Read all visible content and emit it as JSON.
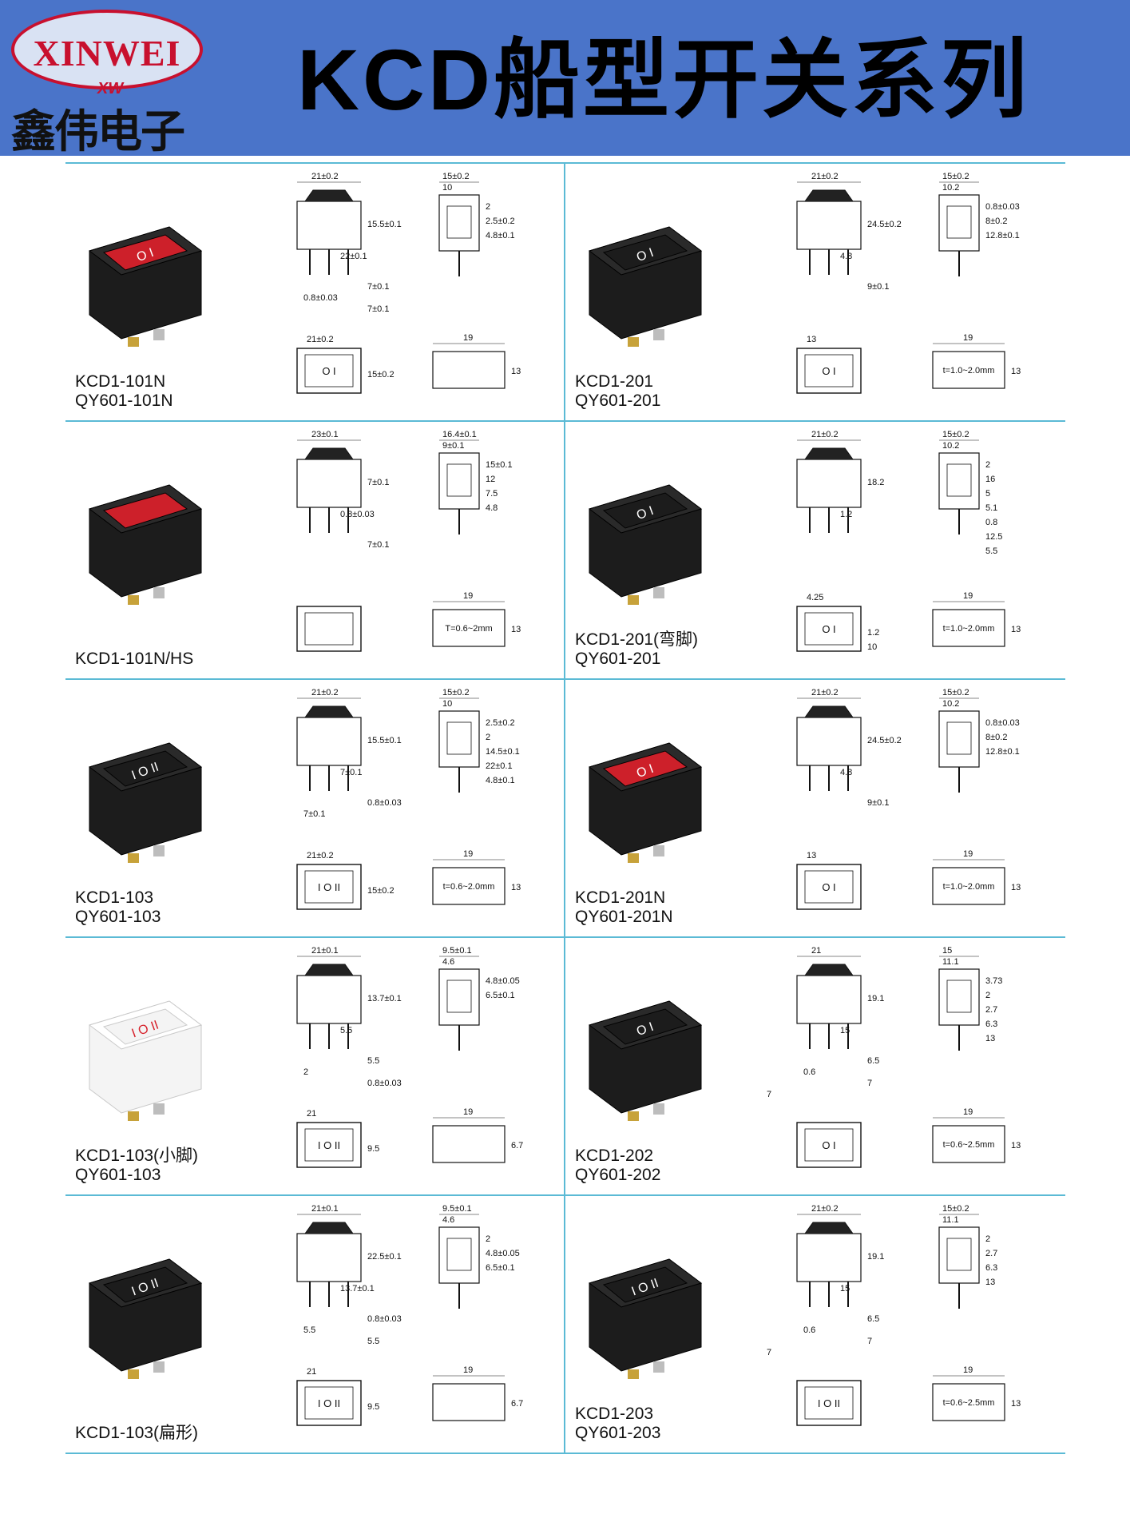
{
  "header": {
    "logo_en": "XINWEI",
    "logo_xw": "XW",
    "logo_cn": "鑫伟电子",
    "title": "KCD船型开关系列",
    "bg_color": "#4a74c9",
    "logo_red": "#c8102e"
  },
  "products": [
    {
      "lines": [
        "KCD1-101N",
        "QY601-101N"
      ],
      "rocker": "red",
      "symbols": "O I",
      "dims_front": [
        "21±0.2",
        "15.5±0.1",
        "22±0.1",
        "7±0.1",
        "0.8±0.03",
        "7±0.1"
      ],
      "dims_side": [
        "15±0.2",
        "10",
        "2",
        "2.5±0.2",
        "4.8±0.1"
      ],
      "panel_dims": [
        "21±0.2",
        "15±0.2"
      ],
      "cutout": [
        "19",
        "13"
      ],
      "cutout_text": ""
    },
    {
      "lines": [
        "KCD1-201",
        "QY601-201"
      ],
      "rocker": "black",
      "symbols": "O I",
      "dims_front": [
        "21±0.2",
        "24.5±0.2",
        "4.8",
        "9±0.1"
      ],
      "dims_side": [
        "15±0.2",
        "10.2",
        "0.8±0.03",
        "8±0.2",
        "12.8±0.1"
      ],
      "panel_dims": [
        "13"
      ],
      "cutout": [
        "19",
        "13"
      ],
      "cutout_text": "t=1.0~2.0mm"
    },
    {
      "lines": [
        "KCD1-101N/HS"
      ],
      "rocker": "red",
      "symbols": "",
      "dims_front": [
        "23±0.1",
        "7±0.1",
        "0.8±0.03",
        "7±0.1"
      ],
      "dims_side": [
        "16.4±0.1",
        "9±0.1",
        "15±0.1",
        "12",
        "7.5",
        "4.8"
      ],
      "panel_dims": [],
      "cutout": [
        "19",
        "13"
      ],
      "cutout_text": "T=0.6~2mm"
    },
    {
      "lines": [
        "KCD1-201(弯脚)",
        "QY601-201"
      ],
      "rocker": "black",
      "symbols": "O I",
      "dims_front": [
        "21±0.2",
        "18.2",
        "1.2"
      ],
      "dims_side": [
        "15±0.2",
        "10.2",
        "2",
        "16",
        "5",
        "5.1",
        "0.8",
        "12.5",
        "5.5"
      ],
      "panel_dims": [
        "4.25",
        "1.2",
        "10"
      ],
      "cutout": [
        "19",
        "13"
      ],
      "cutout_text": "t=1.0~2.0mm"
    },
    {
      "lines": [
        "KCD1-103",
        "QY601-103"
      ],
      "rocker": "black",
      "symbols": "I O II",
      "dims_front": [
        "21±0.2",
        "15.5±0.1",
        "7±0.1",
        "0.8±0.03",
        "7±0.1"
      ],
      "dims_side": [
        "15±0.2",
        "10",
        "2.5±0.2",
        "2",
        "14.5±0.1",
        "22±0.1",
        "4.8±0.1"
      ],
      "panel_dims": [
        "21±0.2",
        "15±0.2"
      ],
      "cutout": [
        "19",
        "13"
      ],
      "cutout_text": "t=0.6~2.0mm"
    },
    {
      "lines": [
        "KCD1-201N",
        "QY601-201N"
      ],
      "rocker": "red",
      "symbols": "O I",
      "dims_front": [
        "21±0.2",
        "24.5±0.2",
        "4.8",
        "9±0.1"
      ],
      "dims_side": [
        "15±0.2",
        "10.2",
        "0.8±0.03",
        "8±0.2",
        "12.8±0.1"
      ],
      "panel_dims": [
        "13"
      ],
      "cutout": [
        "19",
        "13"
      ],
      "cutout_text": "t=1.0~2.0mm"
    },
    {
      "lines": [
        "KCD1-103(小脚)",
        "QY601-103"
      ],
      "rocker": "white",
      "symbols": "I O II",
      "dims_front": [
        "21±0.1",
        "13.7±0.1",
        "5.5",
        "5.5",
        "2",
        "0.8±0.03"
      ],
      "dims_side": [
        "9.5±0.1",
        "4.6",
        "4.8±0.05",
        "6.5±0.1"
      ],
      "panel_dims": [
        "21",
        "9.5"
      ],
      "cutout": [
        "19",
        "6.7"
      ],
      "cutout_text": ""
    },
    {
      "lines": [
        "KCD1-202",
        "QY601-202"
      ],
      "rocker": "black",
      "symbols": "O I",
      "dims_front": [
        "21",
        "19.1",
        "15",
        "6.5",
        "0.6",
        "7",
        "7"
      ],
      "dims_side": [
        "15",
        "11.1",
        "3.73",
        "2",
        "2.7",
        "6.3",
        "13"
      ],
      "panel_dims": [],
      "cutout": [
        "19",
        "13"
      ],
      "cutout_text": "t=0.6~2.5mm"
    },
    {
      "lines": [
        "KCD1-103(扁形)"
      ],
      "rocker": "black",
      "symbols": "I O II",
      "dims_front": [
        "21±0.1",
        "22.5±0.1",
        "13.7±0.1",
        "0.8±0.03",
        "5.5",
        "5.5"
      ],
      "dims_side": [
        "9.5±0.1",
        "4.6",
        "2",
        "4.8±0.05",
        "6.5±0.1"
      ],
      "panel_dims": [
        "21",
        "9.5"
      ],
      "cutout": [
        "19",
        "6.7"
      ],
      "cutout_text": ""
    },
    {
      "lines": [
        "KCD1-203",
        "QY601-203"
      ],
      "rocker": "black",
      "symbols": "I O II",
      "dims_front": [
        "21±0.2",
        "19.1",
        "15",
        "6.5",
        "0.6",
        "7",
        "7"
      ],
      "dims_side": [
        "15±0.2",
        "11.1",
        "2",
        "2.7",
        "6.3",
        "13"
      ],
      "panel_dims": [],
      "cutout": [
        "19",
        "13"
      ],
      "cutout_text": "t=0.6~2.5mm"
    }
  ]
}
